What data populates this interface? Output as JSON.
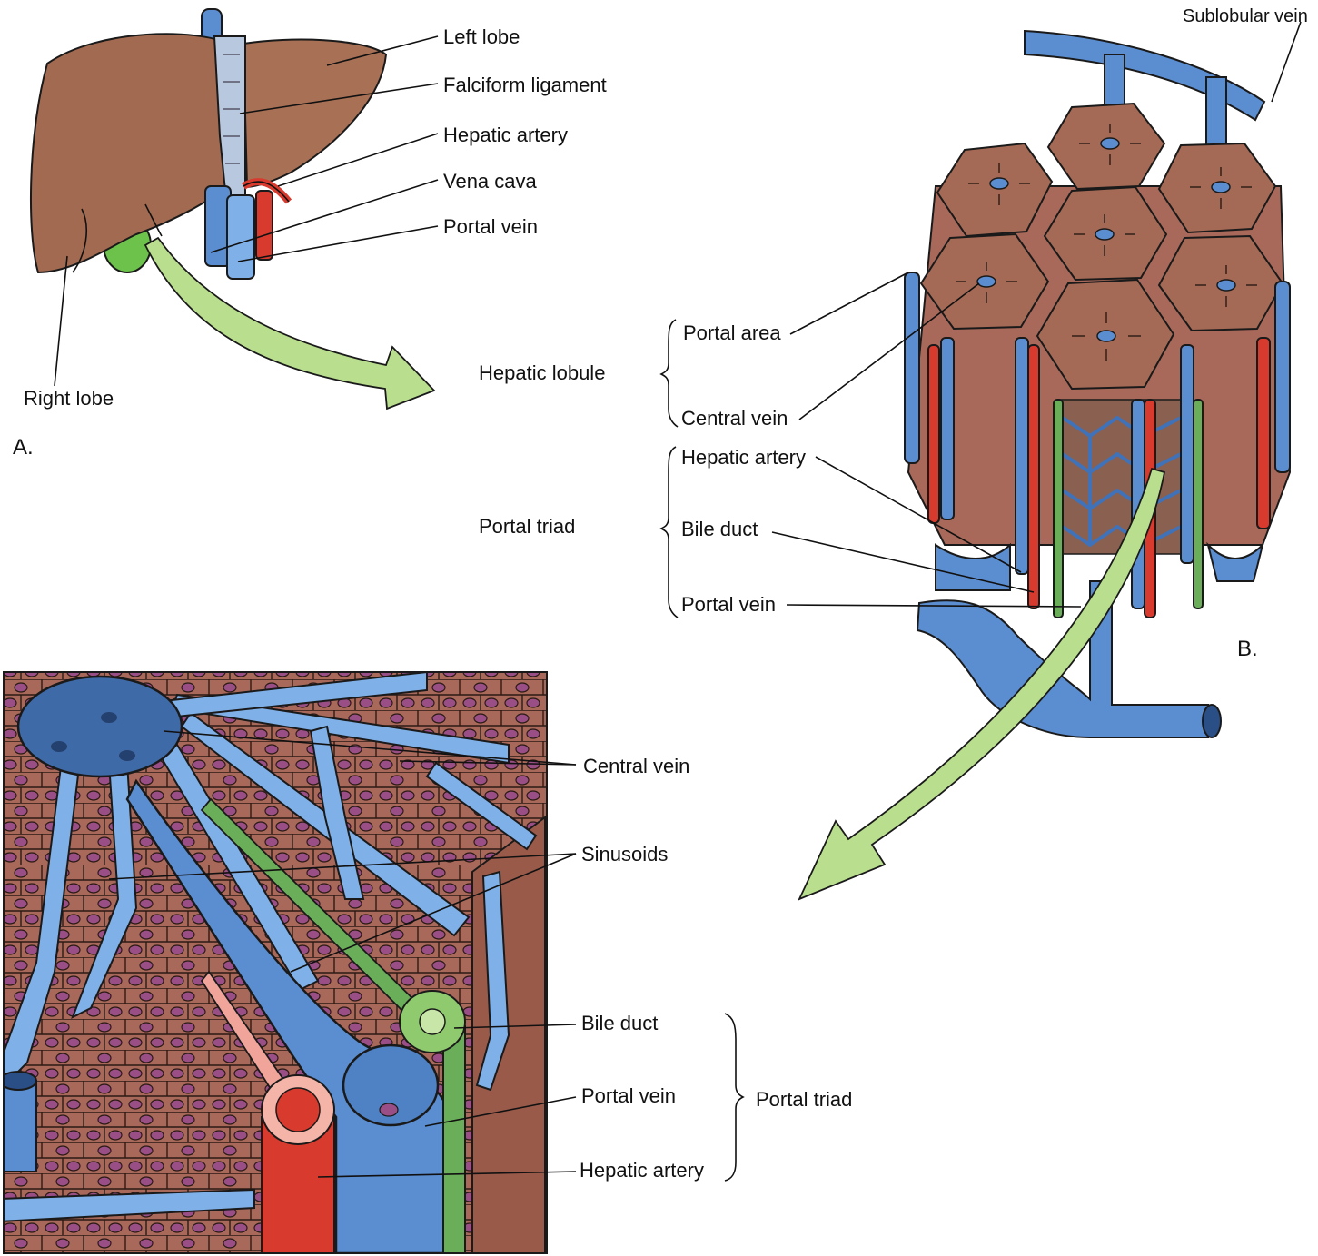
{
  "panel_a": {
    "letter": "A.",
    "labels": {
      "left_lobe": "Left lobe",
      "falciform_ligament": "Falciform ligament",
      "hepatic_artery": "Hepatic artery",
      "vena_cava": "Vena cava",
      "portal_vein": "Portal vein",
      "right_lobe": "Right lobe"
    }
  },
  "panel_b": {
    "letter": "B.",
    "labels": {
      "sublobular_vein": "Sublobular vein",
      "hepatic_lobule": "Hepatic lobule",
      "portal_area": "Portal area",
      "central_vein": "Central vein",
      "portal_triad": "Portal triad",
      "hepatic_artery": "Hepatic artery",
      "bile_duct": "Bile duct",
      "portal_vein": "Portal vein"
    }
  },
  "panel_c": {
    "labels": {
      "central_vein": "Central vein",
      "sinusoids": "Sinusoids",
      "bile_duct": "Bile duct",
      "portal_vein": "Portal vein",
      "hepatic_artery": "Hepatic artery",
      "portal_triad": "Portal triad"
    }
  },
  "colors": {
    "liver": "#a26a50",
    "tissue": "#a9695a",
    "vein_blue": "#5b8ed1",
    "artery_red": "#d83a2e",
    "bile_green": "#6aae5a",
    "gallbladder": "#6cc24a",
    "arrow_green": "#b9df8e",
    "ink": "#111111"
  }
}
